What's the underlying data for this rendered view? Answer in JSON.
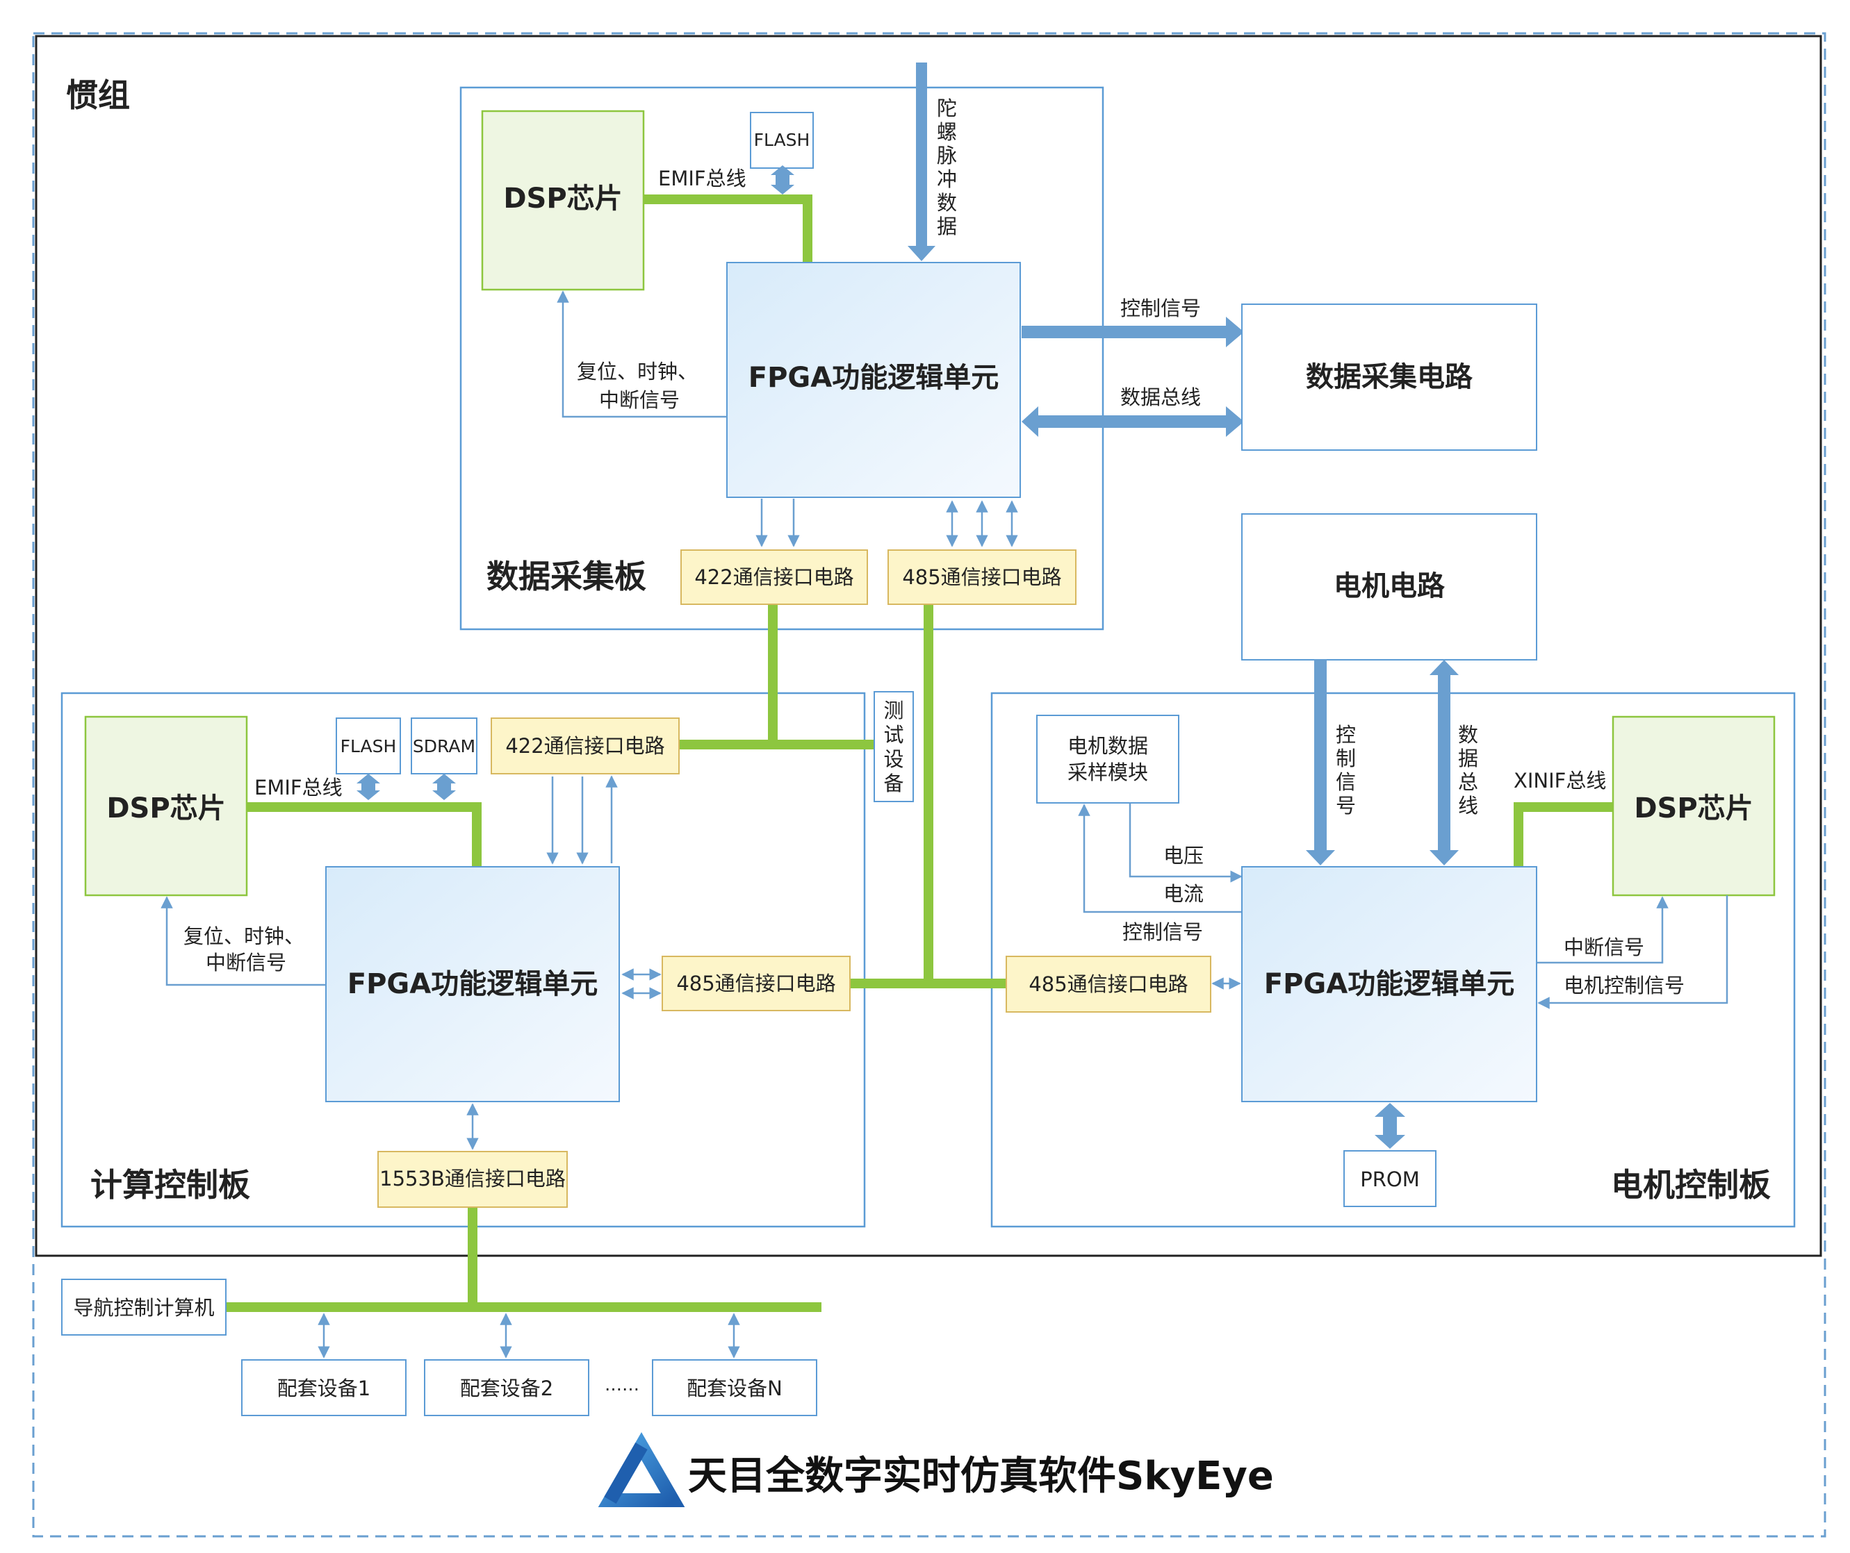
{
  "outer_label": "惯组",
  "boards": {
    "data_acq": "数据采集板",
    "compute": "计算控制板",
    "motor": "电机控制板"
  },
  "data_acq": {
    "dsp": "DSP芯片",
    "flash": "FLASH",
    "emif": "EMIF总线",
    "gyro": [
      "陀",
      "螺",
      "脉",
      "冲",
      "数",
      "据"
    ],
    "reset_line1": "复位、时钟、",
    "reset_line2": "中断信号",
    "fpga": "FPGA功能逻辑单元",
    "ctrl_signal": "控制信号",
    "data_bus": "数据总线",
    "acq_circuit": "数据采集电路",
    "if422": "422通信接口电路",
    "if485": "485通信接口电路"
  },
  "motor_circuit": "电机电路",
  "test_equipment": [
    "测",
    "试",
    "设",
    "备"
  ],
  "compute": {
    "dsp": "DSP芯片",
    "flash": "FLASH",
    "sdram": "SDRAM",
    "emif": "EMIF总线",
    "if422": "422通信接口电路",
    "reset_line1": "复位、时钟、",
    "reset_line2": "中断信号",
    "fpga": "FPGA功能逻辑单元",
    "if485": "485通信接口电路",
    "if1553": "1553B通信接口电路"
  },
  "motor": {
    "sampler_line1": "电机数据",
    "sampler_line2": "采样模块",
    "ctrl_vertical": [
      "控",
      "制",
      "信",
      "号"
    ],
    "bus_vertical": [
      "数",
      "据",
      "总",
      "线"
    ],
    "xinif": "XINIF总线",
    "dsp": "DSP芯片",
    "voltage": "电压",
    "current": "电流",
    "ctrl_signal": "控制信号",
    "interrupt": "中断信号",
    "motor_ctrl_signal": "电机控制信号",
    "if485": "485通信接口电路",
    "fpga": "FPGA功能逻辑单元",
    "prom": "PROM"
  },
  "external": {
    "nav_computer": "导航控制计算机",
    "device1": "配套设备1",
    "device2": "配套设备2",
    "ellipsis": "……",
    "deviceN": "配套设备N"
  },
  "footer": {
    "title": "天目全数字实时仿真软件SkyEye",
    "logo": "skyeye-logo-icon"
  },
  "colors": {
    "bus_green": "#8dc63f",
    "arrow_blue": "#6a9fd0",
    "frame_blue": "#5b9bd5",
    "dsp_fill": "#eef6e2",
    "dsp_stroke": "#8dc63f",
    "fpga_fill": "#e4f1fc",
    "iface_fill": "#fdf5c9",
    "iface_stroke": "#d8b860"
  }
}
